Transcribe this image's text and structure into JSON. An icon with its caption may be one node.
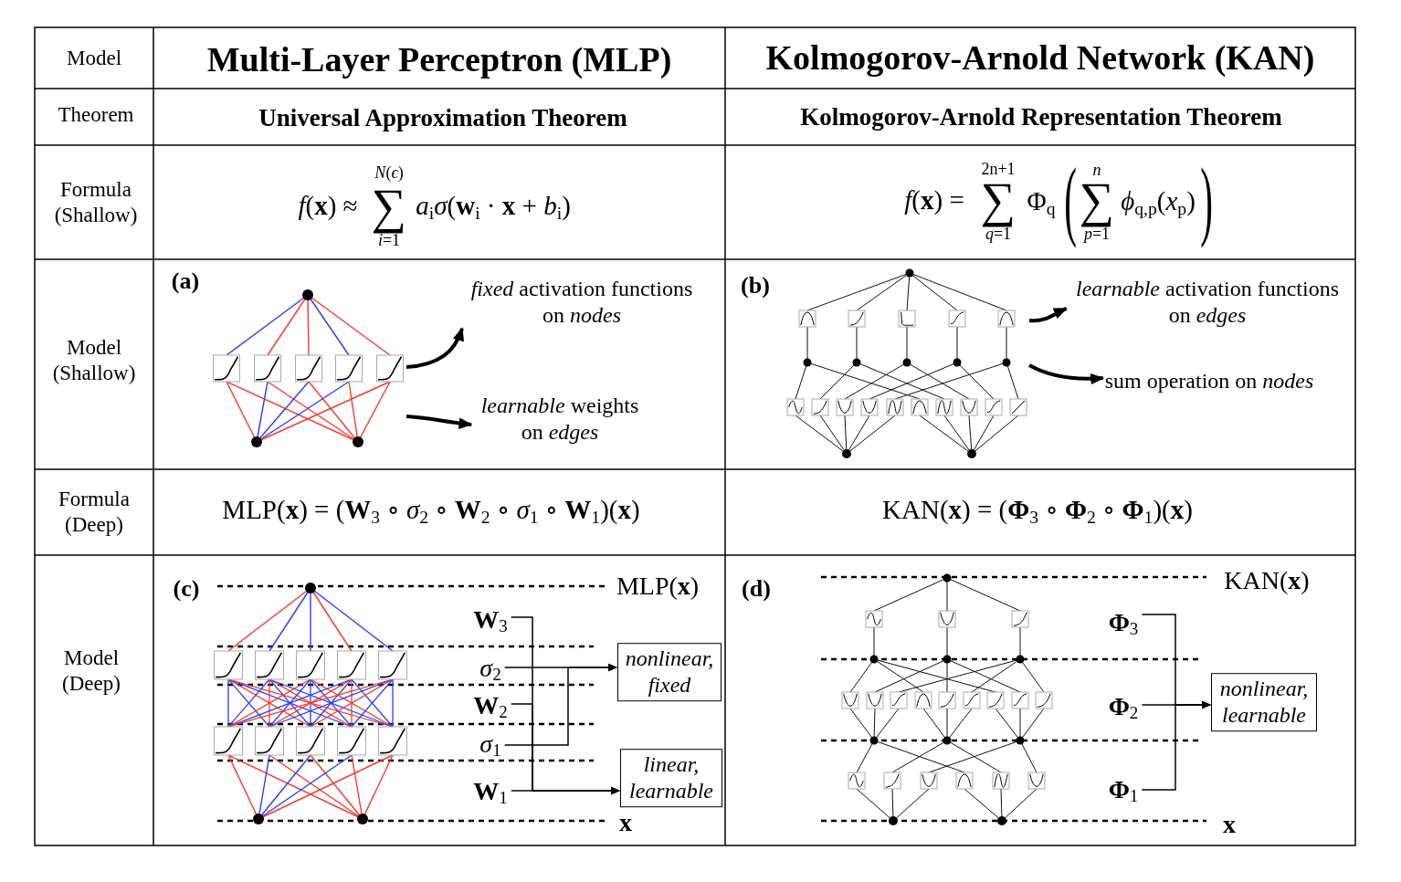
{
  "diagram": {
    "nodes": [
      {
        "text": [],
        "shape": "picture"
      },
      {
        "text": [
          "*fixed* activation functions on *nodes*"
        ]
      },
      {
        "text": [
          "*learnable* weights on *edges*"
        ]
      },
      {
        "text": [],
        "shape": "picture"
      },
      {
        "text": [
          "*learnable* activation functions on *edges*"
        ]
      },
      {
        "text": [
          "sum operation on *nodes*"
        ]
      },
      {
        "text": [],
        "shape": "picture"
      },
      {
        "text": [
          "**W**$_{3}$"
        ]
      },
      {
        "text": [
          "*σ*$_{2}$"
        ]
      },
      {
        "text": [
          "**W**$_{2}$"
        ]
      },
      {
        "text": [
          "*σ*$_{1}$"
        ]
      },
      {
        "text": [
          "**W**$_{1}$"
        ]
      },
      {
        "text": [
          "nonlinear, fixed"
        ]
      },
      {
        "text": [
          "linear, learnable"
        ]
      },
      {
        "text": [],
        "shape": "picture"
      },
      {
        "text": [
          "**Φ**$_{3}$"
        ]
      },
      {
        "text": [
          "**Φ**$_{2}$"
        ]
      },
      {
        "text": [
          "**Φ**$_{1}$"
        ]
      },
      {
        "text": [
          "nonlinear, learnable"
        ]
      }
    ],
    "edges": [
      {
        "from": 0,
        "to": 1,
        "arrow": "to",
        "style": "thick"
      },
      {
        "from": 0,
        "to": 2,
        "arrow": "to",
        "style": "thick"
      },
      {
        "from": 3,
        "to": 4,
        "arrow": "to",
        "style": "thick"
      },
      {
        "from": 3,
        "to": 5,
        "arrow": "to",
        "style": "thick"
      },
      {
        "from": 7,
        "to": 13,
        "arrow": "to"
      },
      {
        "from": 8,
        "to": 12,
        "arrow": "to"
      },
      {
        "from": 9,
        "to": 13,
        "arrow": "to"
      },
      {
        "from": 10,
        "to": 12,
        "arrow": "to"
      },
      {
        "from": 11,
        "to": 13,
        "arrow": "to"
      },
      {
        "from": 15,
        "to": 18,
        "arrow": "to"
      },
      {
        "from": 16,
        "to": 18,
        "arrow": "to"
      },
      {
        "from": 17,
        "to": 18,
        "arrow": "to"
      }
    ],
    "labels": [
      "Model",
      "Multi-Layer Perceptron (MLP)",
      "Kolmogorov-Arnold Network (KAN)",
      "Theorem",
      "Universal Approximation Theorem",
      "Kolmogorov-Arnold Representation Theorem",
      "Formula (Shallow)",
      "*f*(**x**) ≈",
      "*N*(*ϵ*)",
      "∑",
      "*i*=1",
      "*a*$_{i}$*σ*(**w**$_{i}$ · **x** + *b*$_{i}$)",
      "*f*(**x**) =",
      "2n+1",
      "∑",
      "*q*=1",
      "Φ$_{q}$",
      "(",
      "*n*",
      "∑",
      "*p*=1",
      "*ϕ*$_{q,p}$(*x*$_{p}$)",
      ")",
      "Model (Shallow)",
      "(a)",
      "(b)",
      "Formula (Deep)",
      "MLP(**x**) = (**W**$_{3}$ ∘ *σ*$_{2}$ ∘ **W**$_{2}$ ∘ *σ*$_{1}$ ∘ **W**$_{1}$)(**x**)",
      "KAN(**x**) = (**Φ**$_{3}$ ∘ **Φ**$_{2}$ ∘ **Φ**$_{1}$)(**x**)",
      "Model (Deep)",
      "(c)",
      "MLP(**x**)",
      "**x**",
      "(d)",
      "KAN(**x**)",
      "**x**"
    ]
  }
}
